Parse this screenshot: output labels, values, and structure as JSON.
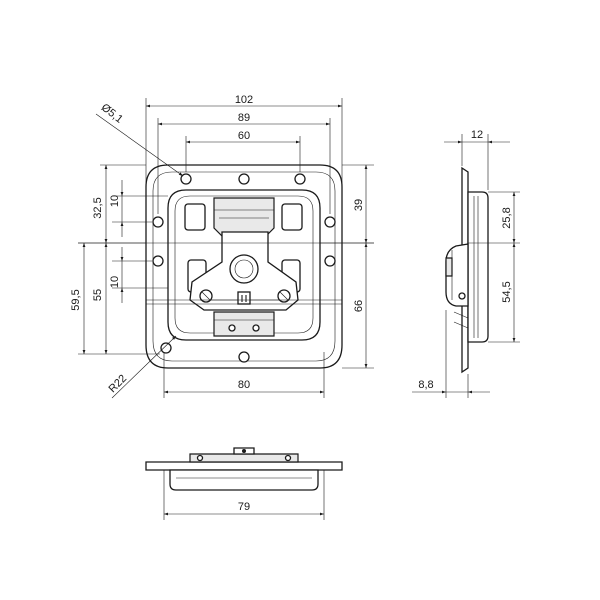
{
  "drawing": {
    "front_view": {
      "width_overall": "102",
      "width_holes": "89",
      "width_hole_pitch": "60",
      "hole_diameter": "Ø5,1",
      "height_32_5": "32,5",
      "height_10_upper": "10",
      "height_10_lower": "10",
      "height_55": "55",
      "height_59_5": "59,5",
      "height_39": "39",
      "height_66": "66",
      "width_80": "80",
      "radius": "R22"
    },
    "side_view": {
      "depth_12": "12",
      "height_25_8": "25,8",
      "height_54_5": "54,5",
      "thickness_8_8": "8,8"
    },
    "bottom_view": {
      "width_79": "79"
    }
  }
}
